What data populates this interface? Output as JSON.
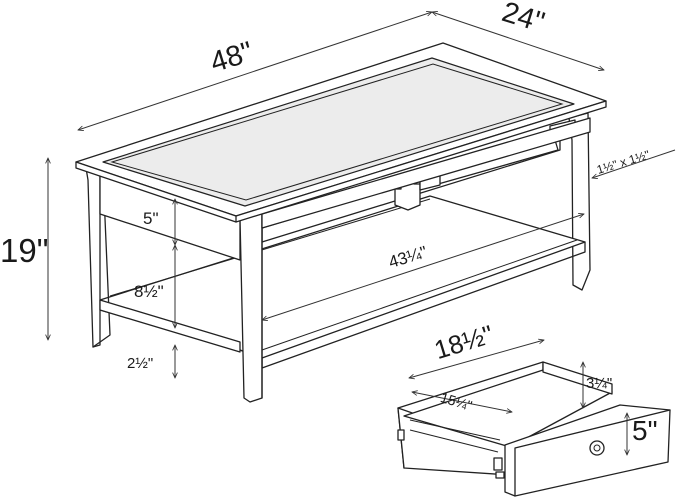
{
  "dimensions": {
    "table_length": "48\"",
    "table_depth": "24\"",
    "table_height": "19\"",
    "drawer_opening_height": "5\"",
    "shelf_clearance": "8½\"",
    "shelf_to_floor": "2½\"",
    "inner_shelf_length": "43¼\"",
    "leg_size": "1½\" x 1½\"",
    "drawer_width": "18½\"",
    "drawer_inner_depth": "15¼\"",
    "drawer_inner_height": "3¼\"",
    "drawer_height": "5\""
  }
}
